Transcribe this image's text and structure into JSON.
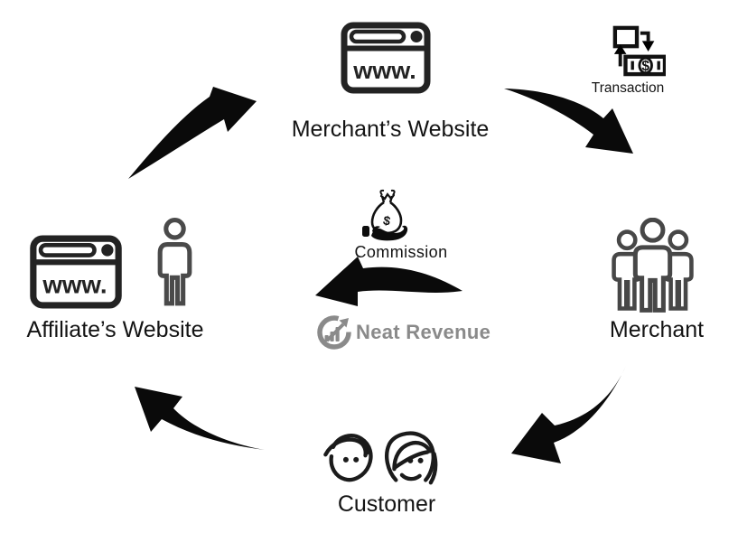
{
  "diagram": {
    "type": "cycle-flow",
    "background": "#ffffff",
    "icon_color": "#1f1f1f",
    "figure_color": "#474747",
    "arrow_color": "#0a0a0a",
    "text_color": "#141414",
    "browser_text": "www.",
    "money_symbol": "$",
    "nodes": {
      "merchant_website": {
        "label": "Merchant’s Website",
        "icon": "browser-www-icon"
      },
      "transaction": {
        "label": "Transaction",
        "icon": "money-transfer-icon"
      },
      "merchant": {
        "label": "Merchant",
        "icon": "merchant-group-icon"
      },
      "customer": {
        "label": "Customer",
        "icon": "customer-faces-icon"
      },
      "affiliate_website": {
        "label": "Affiliate’s Website",
        "icon": "browser-www-icon + person-icon"
      },
      "commission": {
        "label": "Commission",
        "icon": "moneybag-in-hand-icon"
      }
    },
    "arrows": [
      {
        "from": "affiliate_website",
        "to": "merchant_website"
      },
      {
        "from": "merchant_website",
        "to": "merchant",
        "via": "transaction"
      },
      {
        "from": "merchant",
        "to": "customer"
      },
      {
        "from": "customer",
        "to": "affiliate_website"
      },
      {
        "from": "merchant",
        "to": "affiliate_website",
        "meaning": "commission payment"
      }
    ],
    "logo": {
      "text": "Neat Revenue",
      "color": "#8a8a8a",
      "icon": "growth-chart-arrow-icon"
    }
  }
}
